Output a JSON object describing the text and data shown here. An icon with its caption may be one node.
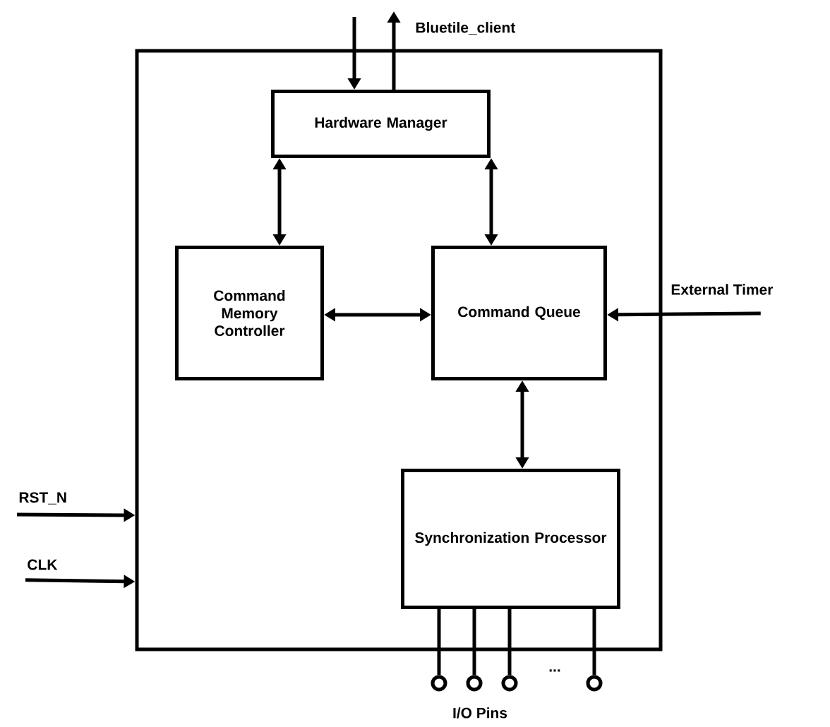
{
  "diagram": {
    "nodes": [
      {
        "text": [],
        "shape": "box"
      },
      {
        "text": [
          "Hardware Manager"
        ],
        "in": 0
      },
      {
        "text": [
          "Command Memory Controller"
        ],
        "in": 0
      },
      {
        "text": [
          "Command Queue"
        ],
        "in": 0
      },
      {
        "text": [
          "Synchronization Processor"
        ],
        "in": 0
      },
      {
        "text": [],
        "shape": "circle"
      },
      {
        "text": [],
        "shape": "circle"
      },
      {
        "text": [],
        "shape": "circle"
      },
      {
        "text": [],
        "shape": "circle"
      },
      {
        "text": [
          "Bluetile_client"
        ]
      },
      {
        "text": [
          "External Timer"
        ]
      },
      {
        "text": [
          "RST_N"
        ]
      },
      {
        "text": [
          "CLK"
        ]
      }
    ],
    "edges": [
      {
        "from": null,
        "to": 1,
        "arrow": "to"
      },
      {
        "from": 1,
        "to": 9,
        "arrow": "to"
      },
      {
        "from": 1,
        "to": 2,
        "arrow": "both"
      },
      {
        "from": 1,
        "to": 3,
        "arrow": "both"
      },
      {
        "from": 2,
        "to": 3,
        "arrow": "both"
      },
      {
        "from": 10,
        "to": 3,
        "arrow": "to"
      },
      {
        "from": 3,
        "to": 4,
        "arrow": "both"
      },
      {
        "from": 11,
        "to": 0,
        "arrow": "to"
      },
      {
        "from": 12,
        "to": 0,
        "arrow": "to"
      },
      {
        "from": 4,
        "to": 5,
        "arrow": "none"
      },
      {
        "from": 4,
        "to": 6,
        "arrow": "none"
      },
      {
        "from": 4,
        "to": 7,
        "arrow": "none"
      },
      {
        "from": 4,
        "to": 8,
        "arrow": "none"
      }
    ],
    "labels": [
      "...",
      "I/O Pins"
    ]
  }
}
